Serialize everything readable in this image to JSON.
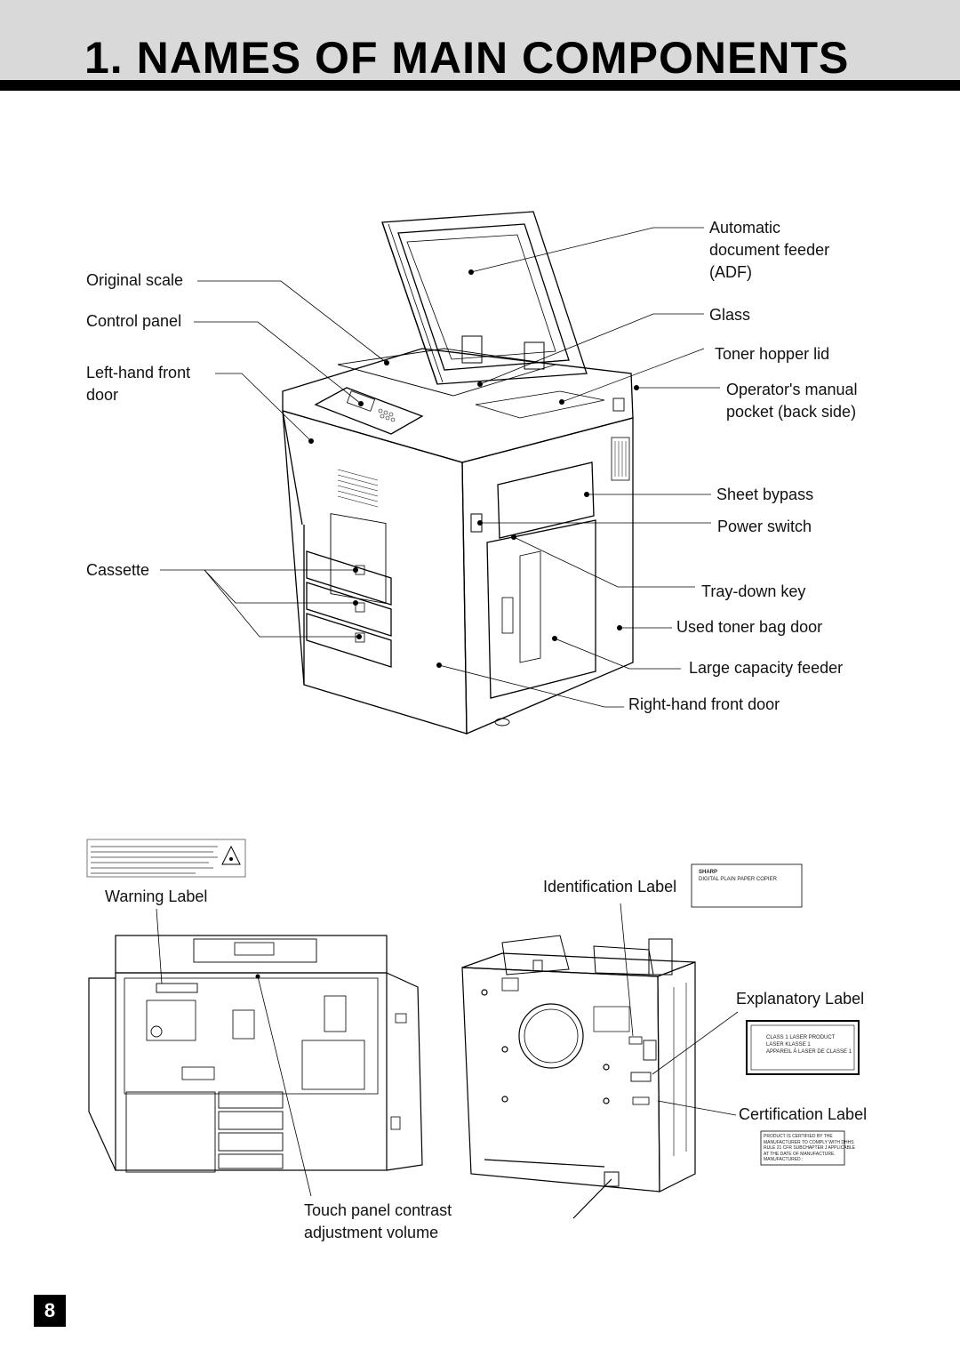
{
  "page": {
    "title": "1. NAMES OF MAIN COMPONENTS",
    "page_number": "8"
  },
  "left_labels": {
    "original_scale": "Original scale",
    "control_panel": "Control panel",
    "left_front_door_1": "Left-hand front",
    "left_front_door_2": "door",
    "cassette": "Cassette"
  },
  "right_labels": {
    "adf_1": "Automatic",
    "adf_2": "document feeder",
    "adf_3": "(ADF)",
    "glass": "Glass",
    "toner_hopper_lid": "Toner hopper lid",
    "operators_manual_1": "Operator's manual",
    "operators_manual_2": "pocket (back side)",
    "sheet_bypass": "Sheet bypass",
    "power_switch": "Power switch",
    "tray_down_key": "Tray-down key",
    "used_toner_bag_door": "Used toner bag door",
    "large_capacity_feeder": "Large capacity feeder",
    "right_front_door": "Right-hand front door"
  },
  "bottom_labels": {
    "warning_label": "Warning Label",
    "identification_label": "Identification Label",
    "explanatory_label": "Explanatory Label",
    "certification_label": "Certification Label",
    "touch_panel_1": "Touch panel contrast",
    "touch_panel_2": "adjustment volume"
  },
  "label_samples": {
    "id_brand": "SHARP",
    "id_line1": "DIGITAL PLAIN PAPER COPIER",
    "explanatory_1": "CLASS 1 LASER PRODUCT",
    "explanatory_2": "LASER KLASSE 1",
    "explanatory_3": "APPAREIL À LASER DE CLASSE 1",
    "cert_1": "PRODUCT IS CERTIFIED BY THE",
    "cert_2": "MANUFACTURER TO COMPLY WITH DHHS",
    "cert_3": "RULE 21 CFR SUBCHAPTER J APPLICABLE",
    "cert_4": "AT THE DATE OF MANUFACTURE.",
    "cert_5": "MANUFACTURED :"
  }
}
